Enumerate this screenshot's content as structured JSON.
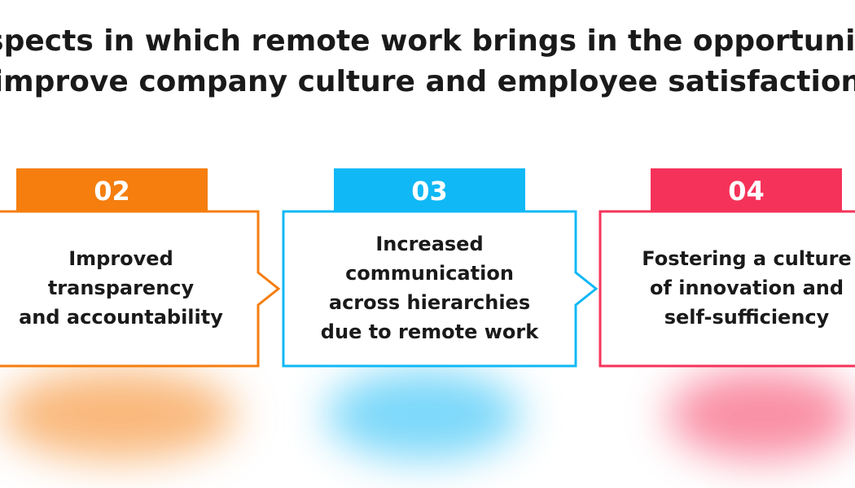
{
  "title": {
    "line1": "aspects in which remote work brings in the opportunity",
    "line2": "improve company culture and employee satisfaction"
  },
  "steps": [
    {
      "number": "02",
      "text": "Improved\ntransparency\nand accountability",
      "color": "#F57E0F"
    },
    {
      "number": "03",
      "text": "Increased\ncommunication\nacross hierarchies\ndue to remote work",
      "color": "#10B8F5"
    },
    {
      "number": "04",
      "text": "Fostering a culture\nof innovation and\nself-sufficiency",
      "color": "#F5335A"
    }
  ]
}
